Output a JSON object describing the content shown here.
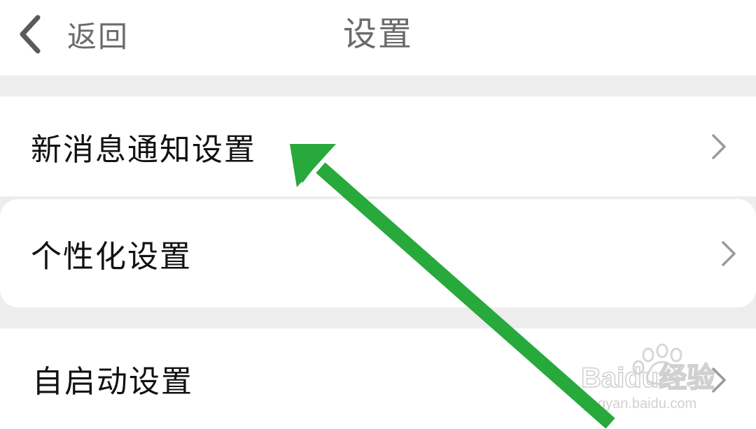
{
  "header": {
    "back_label": "返回",
    "title": "设置",
    "back_icon": "chevron-left-icon"
  },
  "settings": {
    "items": [
      {
        "label": "新消息通知设置",
        "icon": "chevron-right-icon"
      },
      {
        "label": "个性化设置",
        "icon": "chevron-right-icon"
      },
      {
        "label": "自启动设置",
        "icon": "chevron-right-icon"
      }
    ]
  },
  "annotation": {
    "type": "arrow",
    "color": "#27a93b"
  },
  "watermark": {
    "brand": "Baidu经验",
    "url": "jingyan.baidu.com"
  },
  "colors": {
    "background": "#ededed",
    "surface": "#ffffff",
    "text_primary": "#111111",
    "text_secondary": "#6b6b6b",
    "chevron": "#9a9a9a"
  }
}
